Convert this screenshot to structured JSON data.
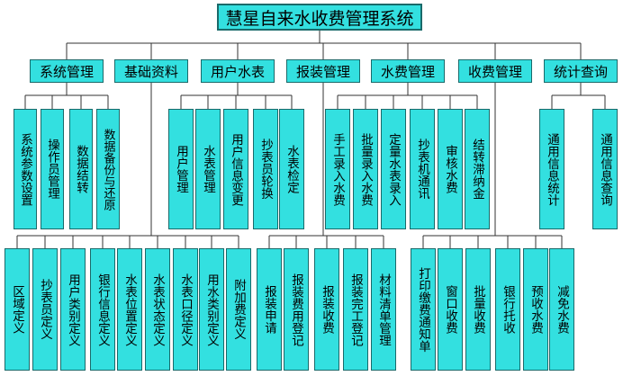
{
  "title": "慧星自来水收费管理系统",
  "modules": [
    {
      "label": "系统管理",
      "level2": [
        "系统参数设置",
        "操作员管理",
        "数据结转",
        "数据备份与还原"
      ],
      "level3": []
    },
    {
      "label": "基础资料",
      "level2": [],
      "level3": [
        "区域定义",
        "抄表员定义",
        "用户类别定义",
        "银行信息定义",
        "水表位置定义",
        "水表状态定义",
        "水表口径定义",
        "用水类别定义",
        "附加费定义"
      ]
    },
    {
      "label": "用户水表",
      "level2": [
        "用户管理",
        "水表管理",
        "用户信息变更",
        "抄表员轮换",
        "水表检定"
      ],
      "level3": []
    },
    {
      "label": "报装管理",
      "level2": [],
      "level3": [
        "报装申请",
        "报装费用登记",
        "报装收费",
        "报装完工登记",
        "材料清单管理"
      ]
    },
    {
      "label": "水费管理",
      "level2": [
        "手工录入水费",
        "批量录入水费",
        "定量水表录入",
        "抄表机通讯",
        "审核水费",
        "结转滞纳金"
      ],
      "level3": []
    },
    {
      "label": "收费管理",
      "level2": [],
      "level3": [
        "打印缴费通知单",
        "窗口收费",
        "批量收费",
        "银行托收",
        "预收水费",
        "减免水费"
      ]
    },
    {
      "label": "统计查询",
      "level2": [
        "通用信息统计",
        "通用信息查询"
      ],
      "level3": []
    }
  ]
}
